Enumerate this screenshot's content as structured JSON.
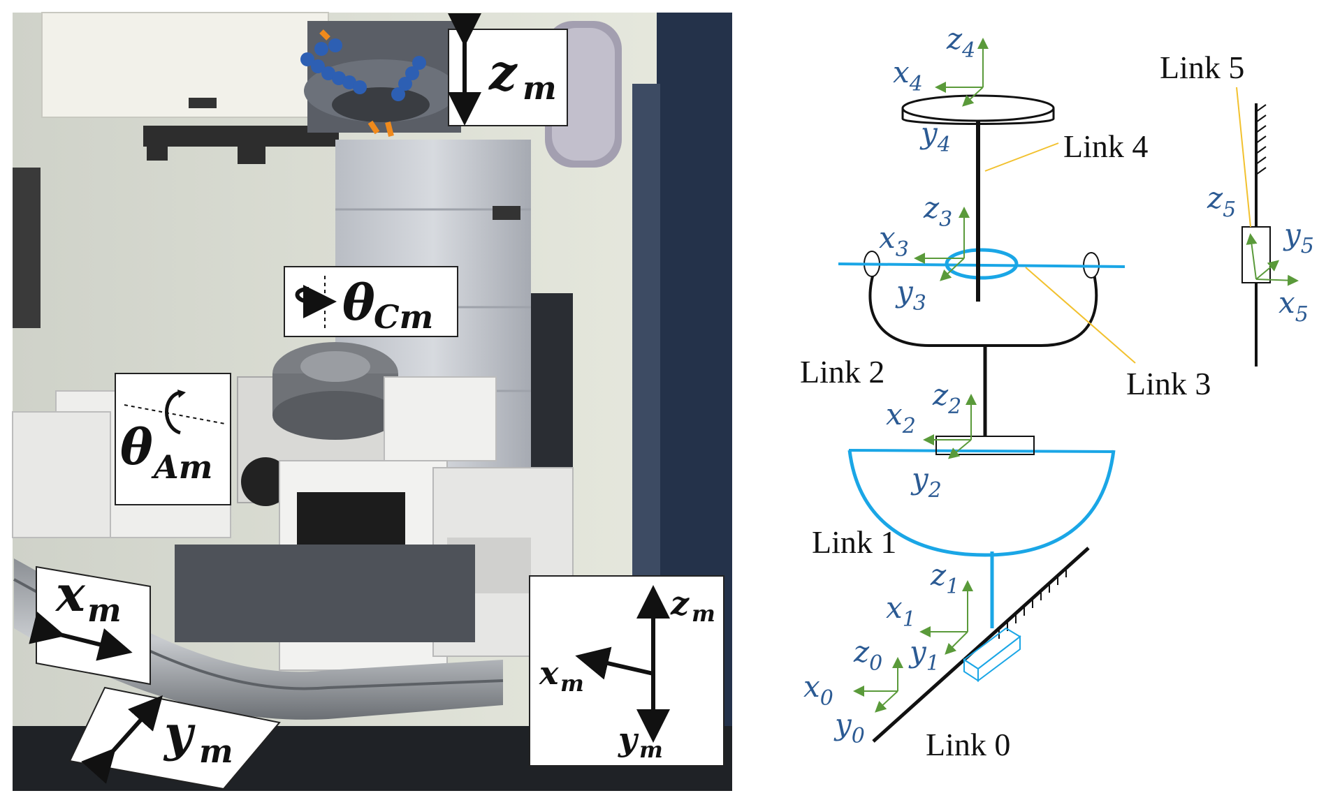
{
  "photo": {
    "labels": {
      "z_m": {
        "main": "z",
        "sub": "m"
      },
      "theta_cm": {
        "main": "θ",
        "sub": "Cm"
      },
      "theta_am": {
        "main": "θ",
        "sub": "Am"
      },
      "x_m": {
        "main": "x",
        "sub": "m"
      },
      "y_m": {
        "main": "y",
        "sub": "m"
      }
    },
    "axes_inset": {
      "z": {
        "main": "z",
        "sub": "m"
      },
      "x": {
        "main": "x",
        "sub": "m"
      },
      "y": {
        "main": "y",
        "sub": "m"
      }
    }
  },
  "diagram": {
    "links": {
      "link0": "Link 0",
      "link1": "Link 1",
      "link2": "Link 2",
      "link3": "Link 3",
      "link4": "Link 4",
      "link5": "Link 5"
    },
    "frames": {
      "f0": {
        "x": "x",
        "y": "y",
        "z": "z",
        "sub": "0"
      },
      "f1": {
        "x": "x",
        "y": "y",
        "z": "z",
        "sub": "1"
      },
      "f2": {
        "x": "x",
        "y": "y",
        "z": "z",
        "sub": "2"
      },
      "f3": {
        "x": "x",
        "y": "y",
        "z": "z",
        "sub": "3"
      },
      "f4": {
        "x": "x",
        "y": "y",
        "z": "z",
        "sub": "4"
      },
      "f5": {
        "x": "x",
        "y": "y",
        "z": "z",
        "sub": "5"
      }
    },
    "colors": {
      "frame_axes": "#5a9a3a",
      "frame_labels": "#2b5a93",
      "blue_links": "#1aa6e6",
      "leader_lines": "#f2c12e",
      "black": "#111111"
    }
  }
}
